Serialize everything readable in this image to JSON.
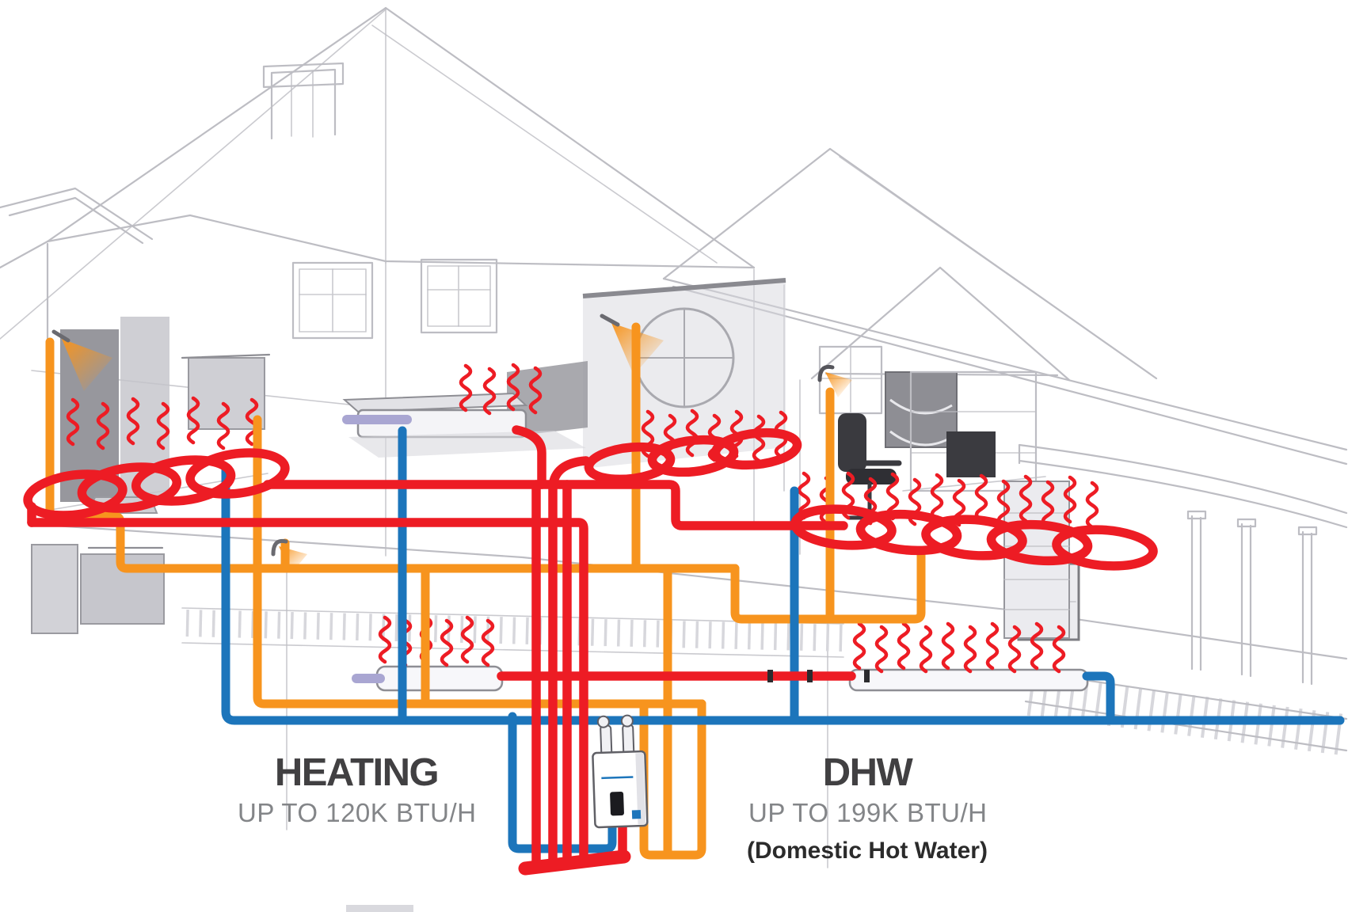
{
  "labels": {
    "heating": {
      "title": "HEATING",
      "subtitle": "UP TO 120K BTU/H"
    },
    "dhw": {
      "title": "DHW",
      "subtitle": "UP TO 199K BTU/H",
      "note": "(Domestic Hot Water)"
    }
  },
  "colors": {
    "heating_pipe": "#ED1C24",
    "dhw_pipe": "#F7941E",
    "cold_water_pipe": "#1C75BB",
    "air_handler_pipe": "#A9A6D2",
    "sketch_line": "#BDBDC3",
    "title_text": "#414042",
    "subtitle_text": "#838588",
    "note_text": "#2B2B2B",
    "background": "#FFFFFF"
  }
}
